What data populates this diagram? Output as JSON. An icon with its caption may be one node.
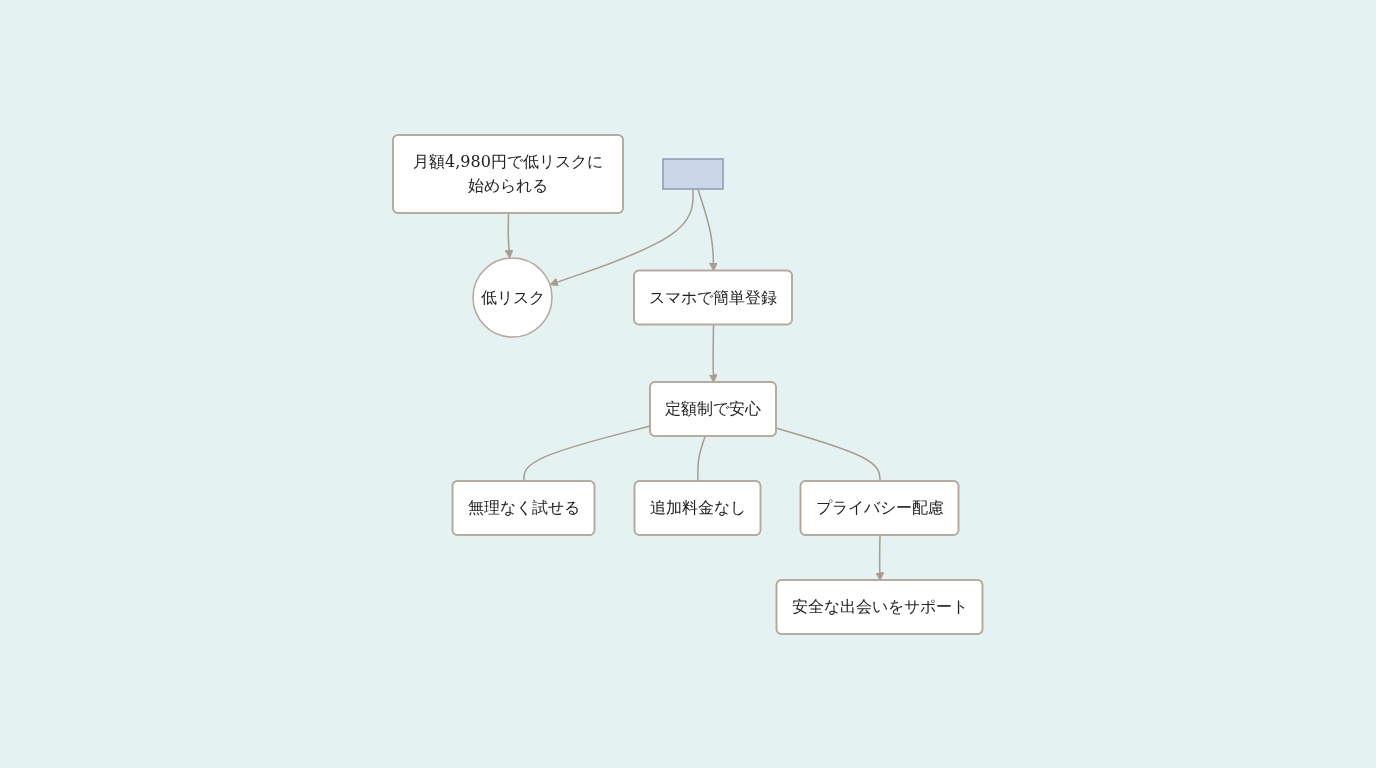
{
  "diagram": {
    "nodes": [
      {
        "text": [
          "月額4,980円で低リスクに始められる"
        ]
      },
      {
        "text": [
          "低リスク"
        ]
      },
      {
        "text": [
          "スマホで簡単登録"
        ]
      },
      {
        "text": [
          "定額制で安心"
        ]
      },
      {
        "text": [
          "無理なく試せる"
        ]
      },
      {
        "text": [
          "追加料金なし"
        ]
      },
      {
        "text": [
          "プライバシー配慮"
        ]
      },
      {
        "text": [
          "安全な出会いをサポート"
        ]
      },
      {
        "text": [],
        "shape": "box"
      }
    ],
    "edges": [
      {
        "from": 0,
        "to": 1,
        "arrow": "to"
      },
      {
        "from": 8,
        "to": 1,
        "arrow": "to"
      },
      {
        "from": 8,
        "to": 2,
        "arrow": "to"
      },
      {
        "from": 2,
        "to": 3,
        "arrow": "to"
      },
      {
        "from": 3,
        "to": 4,
        "arrow": "none"
      },
      {
        "from": 3,
        "to": 5,
        "arrow": "none"
      },
      {
        "from": 3,
        "to": 6,
        "arrow": "none"
      },
      {
        "from": 6,
        "to": 7,
        "arrow": "to"
      }
    ]
  }
}
